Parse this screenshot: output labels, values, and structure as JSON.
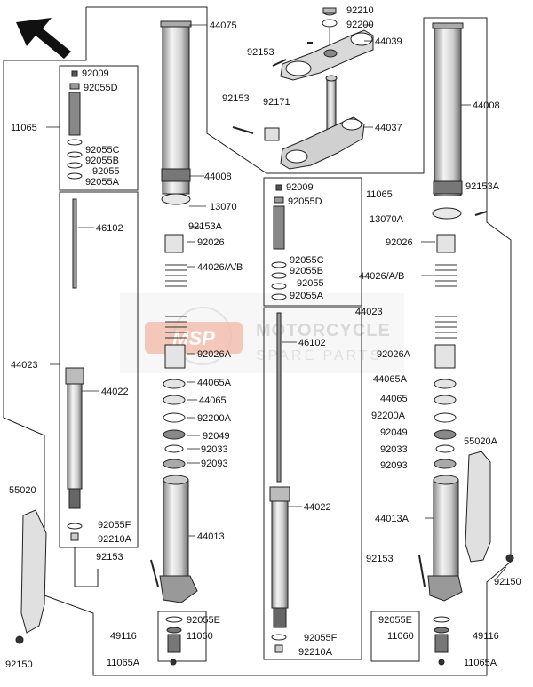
{
  "labels": {
    "p44075": "44075",
    "p92210": "92210",
    "p92200": "92200",
    "p44039": "44039",
    "p92153_top": "92153",
    "p92153_mid": "92153",
    "p92171": "92171",
    "p44037": "44037",
    "p44008_r": "44008",
    "p44008_l": "44008",
    "p92009_l": "92009",
    "p92055D_l": "92055D",
    "p11065_l": "11065",
    "p92055C_l": "92055C",
    "p92055B_l": "92055B",
    "p92055_l": "92055",
    "p92055A_l": "92055A",
    "p13070": "13070",
    "p92153A_l": "92153A",
    "p92026_l": "92026",
    "p44026_l": "44026/A/B",
    "p46102_l": "46102",
    "p44023_l": "44023",
    "p44022_l": "44022",
    "p92026A_l": "92026A",
    "p44065A_l": "44065A",
    "p44065_l": "44065",
    "p92200A_l": "92200A",
    "p92049_l": "92049",
    "p92033_l": "92033",
    "p92093_l": "92093",
    "p44013": "44013",
    "p55020": "55020",
    "p92055F_l": "92055F",
    "p92210A_l": "92210A",
    "p92153_ll": "92153",
    "p92150_l": "92150",
    "p92055E_l": "92055E",
    "p49116_l": "49116",
    "p11060_l": "11060",
    "p11065A_l": "11065A",
    "p92009_c": "92009",
    "p92055D_c": "92055D",
    "p11065_c": "11065",
    "p92055C_c": "92055C",
    "p92055B_c": "92055B",
    "p92055_c": "92055",
    "p92055A_c": "92055A",
    "p44023_c": "44023",
    "p46102_c": "46102",
    "p44022_c": "44022",
    "p92055F_c": "92055F",
    "p92210A_c": "92210A",
    "p92153A_r": "92153A",
    "p13070A": "13070A",
    "p92026_r": "92026",
    "p44026_r": "44026/A/B",
    "p92026A_r": "92026A",
    "p44065A_r": "44065A",
    "p44065_r": "44065",
    "p92200A_r": "92200A",
    "p92049_r": "92049",
    "p92033_r": "92033",
    "p92093_r": "92093",
    "p55020A": "55020A",
    "p44013A": "44013A",
    "p92153_r": "92153",
    "p92150_r": "92150",
    "p92055E_r": "92055E",
    "p11060_r": "11060",
    "p49116_r": "49116",
    "p11065A_r": "11065A"
  },
  "watermark": {
    "badge": "MSP",
    "line1": "MOTORCYCLE",
    "line2": "SPARE PARTS"
  },
  "colors": {
    "line": "#222222",
    "part_fill": "#e6e6e6",
    "part_dark": "#777777",
    "watermark_badge": "#f2b8a6"
  },
  "icons": {
    "front_arrow": "arrow-up-left-icon"
  }
}
